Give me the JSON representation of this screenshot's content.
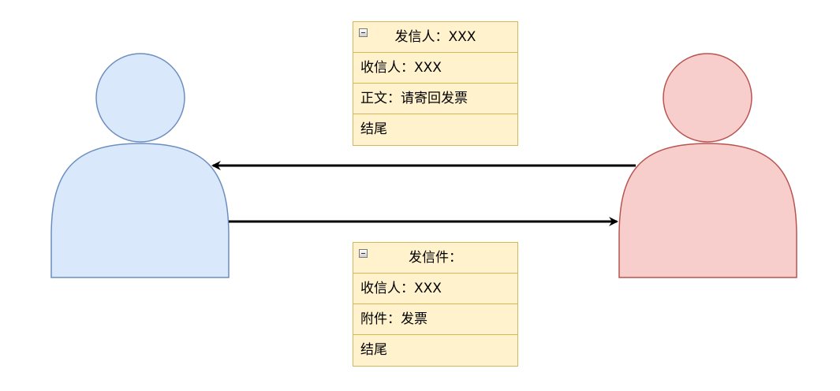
{
  "colors": {
    "left_person_fill": "#dae8fc",
    "left_person_stroke": "#6c8ebf",
    "right_person_fill": "#f8cecc",
    "right_person_stroke": "#b85450",
    "box_fill": "#fff2cc",
    "box_stroke": "#d6b656",
    "arrow": "#000000"
  },
  "top_box": {
    "header": "发信人：XXX",
    "rows": [
      "收信人：XXX",
      "正文：请寄回发票",
      "结尾"
    ]
  },
  "bottom_box": {
    "header": "发信件：",
    "rows": [
      "收信人：XXX",
      "附件：发票",
      "结尾"
    ]
  }
}
